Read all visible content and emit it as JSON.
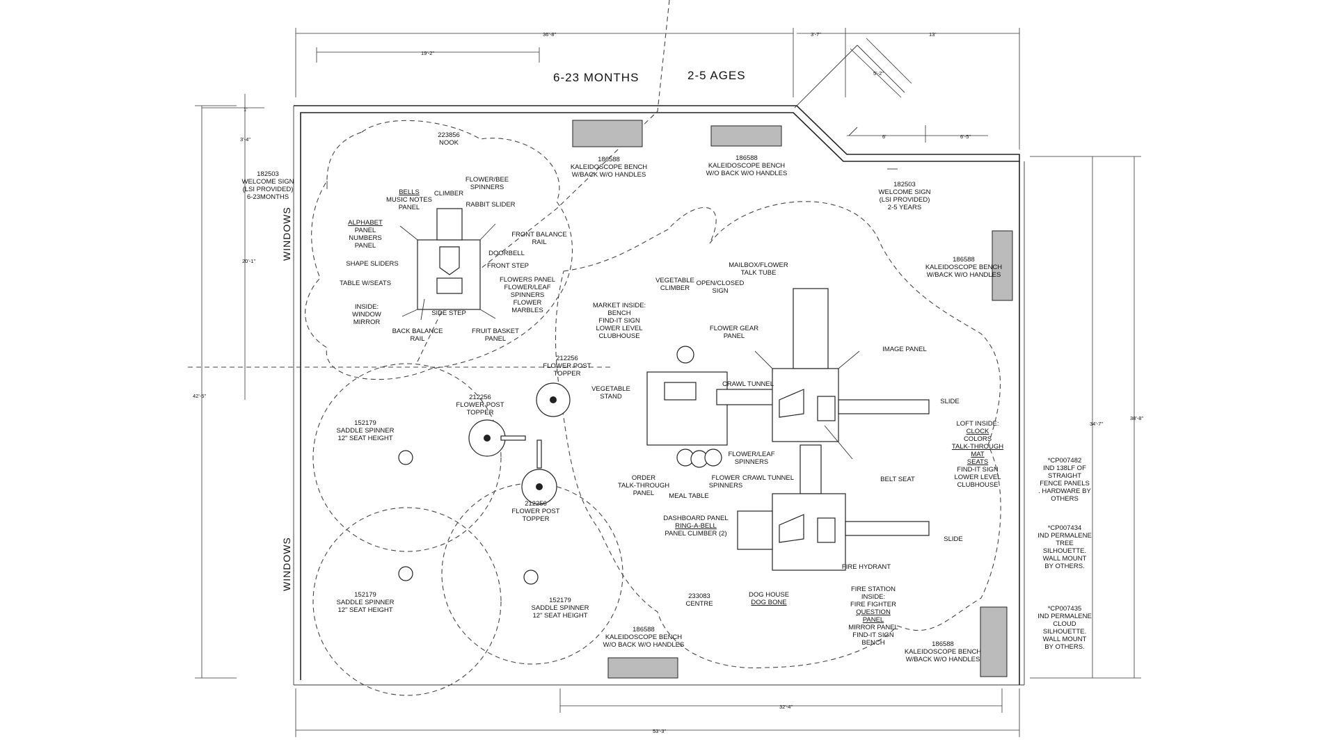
{
  "zones": {
    "infant": "6-23 MONTHS",
    "toddler": "2-5 AGES"
  },
  "walls": {
    "left_top": "WINDOWS",
    "left_bottom": "WINDOWS"
  },
  "dimensions": {
    "top_total": "36'-8\"",
    "top_inner": "19'-2\"",
    "top_gap": "3'-7\"",
    "top_right": "13'",
    "wedge_diag": "5'-2\"",
    "wedge_left": "6'",
    "wedge_right": "6'-5\"",
    "left_1": "1'",
    "left_2": "3'-4\"",
    "left_3": "20'-1\"",
    "left_total": "42'-5\"",
    "right_inner": "34'-7\"",
    "right_total": "38'-8\"",
    "bottom_inner": "32'-4\"",
    "bottom_total": "53'-3\""
  },
  "labels": {
    "nook": [
      "223856",
      "NOOK"
    ],
    "bench_top_left": [
      "186588",
      "KALEIDOSCOPE BENCH",
      "W/BACK W/O HANDLES"
    ],
    "bench_top_mid": [
      "186588",
      "KALEIDOSCOPE BENCH",
      "W/O BACK W/O HANDLES"
    ],
    "sign_left": [
      "182503",
      "WELCOME SIGN",
      "(LSI PROVIDED)",
      "6-23MONTHS"
    ],
    "sign_right": [
      "182503",
      "WELCOME SIGN",
      "(LSI PROVIDED)",
      "2-5 YEARS"
    ],
    "bench_right": [
      "186588",
      "KALEIDOSCOPE BENCH",
      "W/BACK W/O HANDLES"
    ],
    "bench_bottom_mid": [
      "186588",
      "KALEIDOSCOPE BENCH",
      "W/O BACK W/O HANDLES"
    ],
    "bench_bottom_right": [
      "186588",
      "KALEIDOSCOPE BENCH",
      "W/BACK W/O HANDLES"
    ],
    "bells": [
      "BELLS",
      "MUSIC NOTES",
      "PANEL"
    ],
    "climber": [
      "CLIMBER"
    ],
    "flower_bee": [
      "FLOWER/BEE",
      "SPINNERS"
    ],
    "rabbit": [
      "RABBIT SLIDER"
    ],
    "alphabet": [
      "ALPHABET",
      "PANEL",
      "NUMBERS",
      "PANEL"
    ],
    "front_balance": [
      "FRONT BALANCE",
      "RAIL"
    ],
    "doorbell": [
      "DOORBELL"
    ],
    "shape_sliders": [
      "SHAPE SLIDERS"
    ],
    "front_step": [
      "FRONT STEP"
    ],
    "table_seats": [
      "TABLE W/SEATS"
    ],
    "flowers_panel": [
      "FLOWERS PANEL",
      "FLOWER/LEAF",
      "SPINNERS",
      "FLOWER",
      "MARBLES"
    ],
    "inside": [
      "INSIDE:",
      "WINDOW",
      "MIRROR"
    ],
    "side_step": [
      "SIDE STEP"
    ],
    "back_balance": [
      "BACK BALANCE",
      "RAIL"
    ],
    "fruit_basket": [
      "FRUIT BASKET",
      "PANEL"
    ],
    "topper_1": [
      "212256",
      "FLOWER POST",
      "TOPPER"
    ],
    "topper_2": [
      "212256",
      "FLOWER POST",
      "TOPPER"
    ],
    "topper_3": [
      "212256",
      "FLOWER POST",
      "TOPPER"
    ],
    "spinner_1": [
      "152179",
      "SADDLE SPINNER",
      "12\" SEAT HEIGHT"
    ],
    "spinner_2": [
      "152179",
      "SADDLE SPINNER",
      "12\" SEAT HEIGHT"
    ],
    "spinner_3": [
      "152179",
      "SADDLE SPINNER",
      "12\" SEAT HEIGHT"
    ],
    "vegetable_climber": [
      "VEGETABLE",
      "CLIMBER"
    ],
    "open_closed": [
      "OPEN/CLOSED",
      "SIGN"
    ],
    "mailbox": [
      "MAILBOX/FLOWER",
      "TALK TUBE"
    ],
    "market": [
      "MARKET INSIDE:",
      "BENCH",
      "FIND-IT SIGN",
      "LOWER LEVEL",
      "CLUBHOUSE"
    ],
    "flower_gear": [
      "FLOWER GEAR",
      "PANEL"
    ],
    "image_panel": [
      "IMAGE PANEL"
    ],
    "vegetable_stand": [
      "VEGETABLE",
      "STAND"
    ],
    "crawl_tunnel_1": [
      "CRAWL TUNNEL"
    ],
    "slide_1": [
      "SLIDE"
    ],
    "loft": [
      "LOFT INSIDE:",
      "CLOCK",
      "COLORS",
      "TALK-THROUGH",
      "MAT",
      "SEATS",
      "FIND-IT SIGN",
      "LOWER LEVEL",
      "CLUBHOUSE"
    ],
    "flower_leaf": [
      "FLOWER/LEAF",
      "SPINNERS"
    ],
    "crawl_tunnel_2": [
      "CRAWL TUNNEL"
    ],
    "belt_seat": [
      "BELT SEAT"
    ],
    "order_panel": [
      "ORDER",
      "TALK-THROUGH",
      "PANEL"
    ],
    "flower_spinners": [
      "FLOWER",
      "SPINNERS"
    ],
    "meal_table": [
      "MEAL TABLE"
    ],
    "dashboard": [
      "DASHBOARD PANEL",
      "RING-A-BELL",
      "PANEL CLIMBER (2)"
    ],
    "slide_2": [
      "SLIDE"
    ],
    "fire_hydrant": [
      "FIRE HYDRANT"
    ],
    "centre": [
      "233083",
      "CENTRE"
    ],
    "dog_house": [
      "DOG HOUSE",
      "DOG BONE"
    ],
    "fire_station": [
      "FIRE STATION",
      "INSIDE:",
      "FIRE FIGHTER",
      "QUESTION",
      "PANEL",
      "MIRROR PANEL",
      "FIND-IT SIGN",
      "BENCH"
    ],
    "note_1": [
      "*CP007482",
      "IND 138LF OF",
      "STRAIGHT",
      "FENCE PANELS",
      ". HARDWARE BY",
      "OTHERS"
    ],
    "note_2": [
      "*CP007434",
      "IND PERMALENE",
      "TREE",
      "SILHOUETTE.",
      "WALL MOUNT",
      "BY OTHERS."
    ],
    "note_3": [
      "*CP007435",
      "IND PERMALENE",
      "CLOUD",
      "SILHOUETTE.",
      "WALL MOUNT",
      "BY OTHERS."
    ]
  }
}
